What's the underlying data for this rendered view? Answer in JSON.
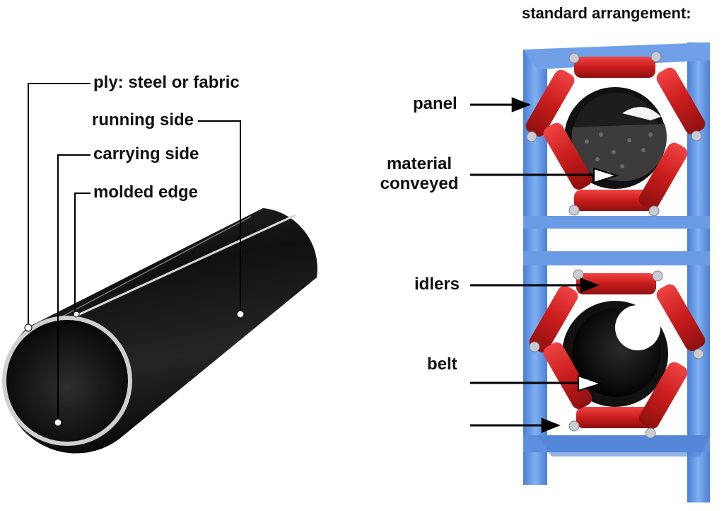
{
  "title": "standard arrangement:",
  "pipe_labels": {
    "ply": "ply: steel or fabric",
    "running_side": "running side",
    "carrying_side": "carrying side",
    "molded_edge": "molded edge"
  },
  "arrangement_labels": {
    "panel": "panel",
    "material_conveyed": [
      "material",
      "conveyed"
    ],
    "idlers": "idlers",
    "belt": "belt"
  },
  "colors": {
    "frame": "#5b8fe0",
    "frame_dark": "#3f6fc4",
    "idler": "#d42323",
    "belt": "#1a1a1a",
    "material": "#3a3a3a",
    "leader_line": "#000000"
  },
  "icons": [
    "arrow-right-icon",
    "arrow-right-hollow-icon"
  ]
}
